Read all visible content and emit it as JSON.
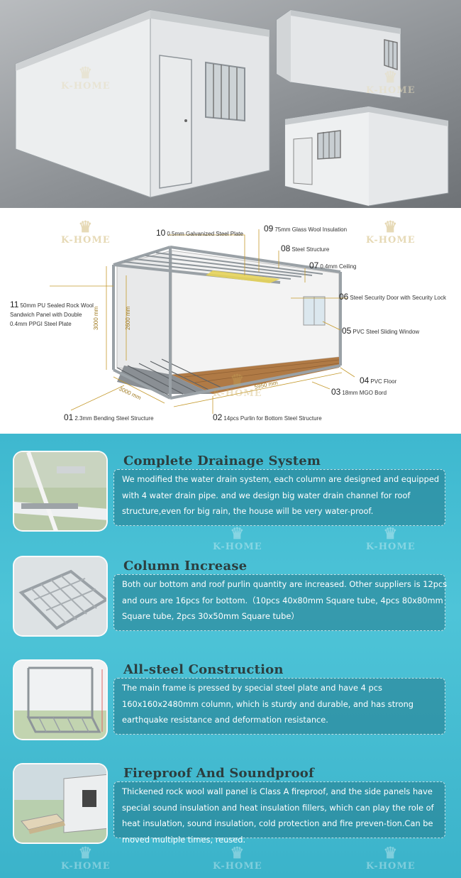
{
  "watermark": "K-HOME",
  "diagram": {
    "labels": [
      {
        "num": "10",
        "text": "0.5mm Galvanized Steel Plate"
      },
      {
        "num": "09",
        "text": "75mm Glass Wool Insulation"
      },
      {
        "num": "08",
        "text": "Steel Structure"
      },
      {
        "num": "07",
        "text": "0.4mm Ceiling"
      },
      {
        "num": "06",
        "text": "Steel Security Door with Security Lock"
      },
      {
        "num": "05",
        "text": "PVC Steel Sliding Window"
      },
      {
        "num": "04",
        "text": "PVC Floor"
      },
      {
        "num": "03",
        "text": "18mm MGO Bord"
      },
      {
        "num": "02",
        "text": "14pcs Purlin for Bottom Steel Structure"
      },
      {
        "num": "01",
        "text": "2.3mm Bending Steel Structure"
      },
      {
        "num": "11",
        "text": "50mm PU Sealed Rock Wool Sandwich Panel with Double 0.4mm PPGI Steel Plate"
      }
    ],
    "dimensions": {
      "height_outer": "3000 mm",
      "height_inner": "2600 mm",
      "width": "3000 mm",
      "length": "5950 mm"
    }
  },
  "features": [
    {
      "title": "Complete Drainage System",
      "text": " We modified the water drain system, each column are designed and equipped with 4 water drain pipe. and we design big water drain channel for roof structure,even for big rain, the house will be very water-proof."
    },
    {
      "title": "Column Increase",
      "text": " Both our bottom and roof purlin quantity are increased. Other suppliers is 12pcs and ours are 16pcs for bottom.（10pcs 40x80mm Square tube, 4pcs 80x80mm Square tube, 2pcs 30x50mm Square tube）"
    },
    {
      "title": "All-steel Construction",
      "text": " The main frame is pressed by special steel plate and have 4 pcs 160x160x2480mm column, which is sturdy and durable, and has strong earthquake resistance and deformation resistance."
    },
    {
      "title": "Fireproof And Soundproof",
      "text": " Thickened rock wool wall panel is Class A fireproof, and the side panels have special sound insulation and heat insulation fillers, which can play the role of heat insulation, sound insulation, cold protection and fire preven-tion.Can be moved multiple times, reused."
    }
  ]
}
